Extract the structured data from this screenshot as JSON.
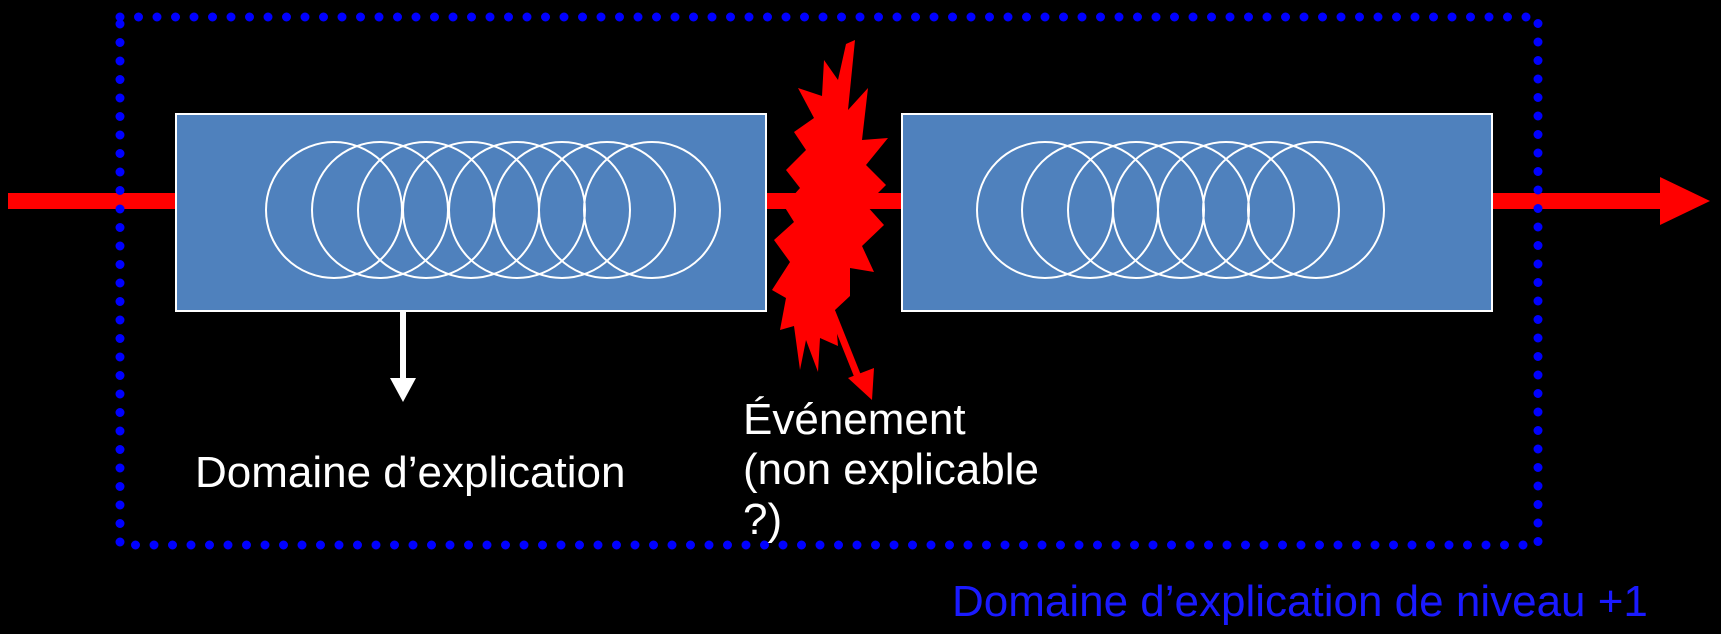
{
  "labels": {
    "domain": "Domaine d’explication",
    "event_line1": "Événement",
    "event_line2": "(non explicable",
    "event_line3": "?)",
    "outer_domain": "Domaine d’explication de niveau +1"
  },
  "colors": {
    "background": "#000000",
    "flow_arrow": "#ff0000",
    "box_fill": "#4f81bd",
    "box_stroke": "#ffffff",
    "outer_boundary": "#0000ff",
    "outer_label": "#1a1aff",
    "text": "#ffffff"
  }
}
